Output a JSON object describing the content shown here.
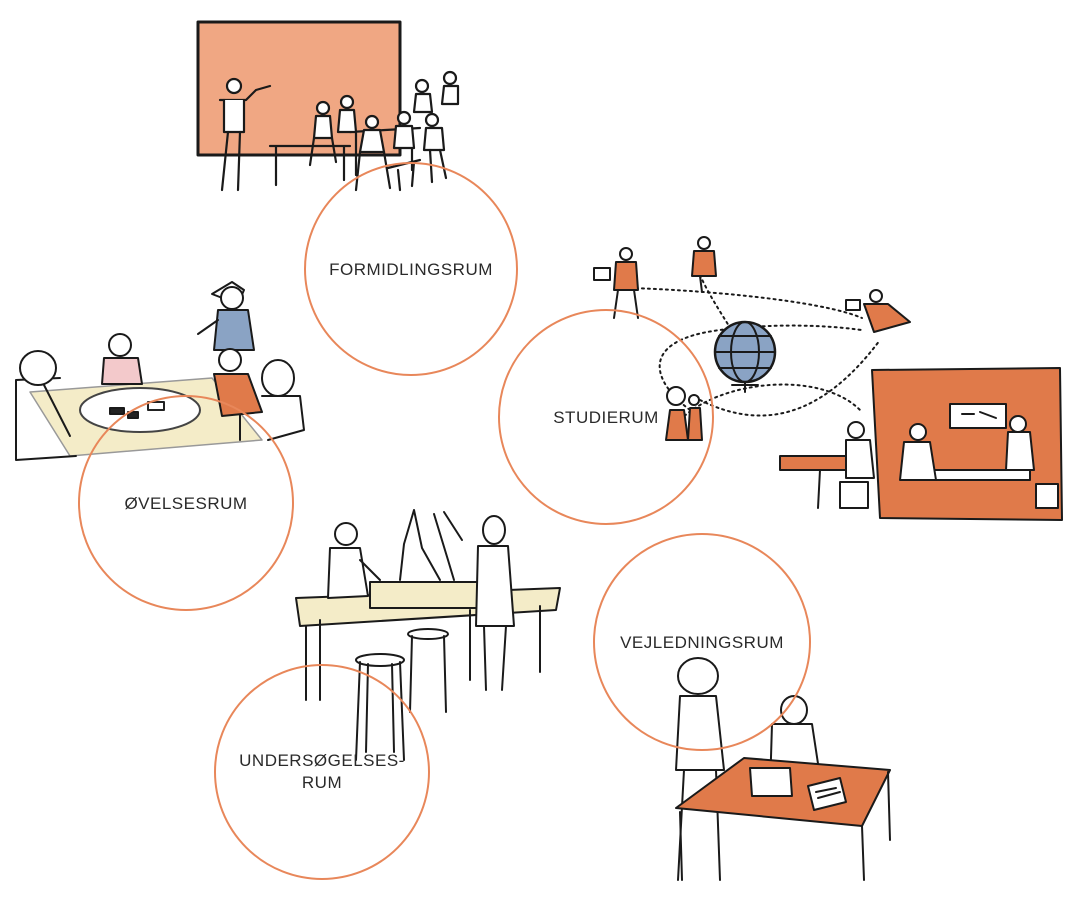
{
  "colors": {
    "circle_stroke": "#e8875a",
    "accent_orange": "#e07a4a",
    "accent_light_orange": "#f0a783",
    "accent_blue": "#8aa3c4",
    "accent_pink": "#f3c9cb",
    "accent_beige": "#f4ecc8",
    "ink": "#1a1a1a"
  },
  "rooms": [
    {
      "key": "formidling",
      "label": "FORMIDLINGSRUM",
      "illustration_icon": "lecture-classroom-icon"
    },
    {
      "key": "oevelse",
      "label": "ØVELSESRUM",
      "illustration_icon": "group-table-workshop-icon"
    },
    {
      "key": "studie",
      "label": "STUDIERUM",
      "illustration_icon": "globe-network-study-icon"
    },
    {
      "key": "undersoegelse",
      "label_line1": "UNDERSØGELSES-",
      "label_line2": "RUM",
      "illustration_icon": "lab-workbench-icon"
    },
    {
      "key": "vejledning",
      "label": "VEJLEDNINGSRUM",
      "illustration_icon": "guidance-desk-icon"
    }
  ]
}
